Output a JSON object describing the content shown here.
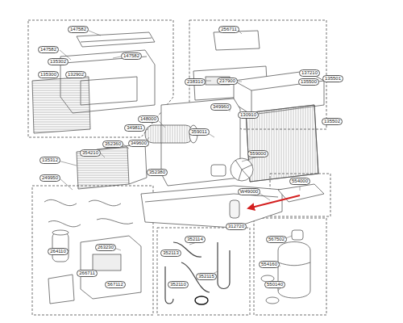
{
  "diagram": {
    "labels": [
      "147582",
      "147582",
      "147582",
      "135302",
      "135300",
      "132902",
      "135312",
      "256711",
      "238310",
      "237900",
      "137210",
      "135500",
      "135501",
      "135502",
      "349960",
      "130910",
      "148000",
      "349811",
      "359011",
      "349600",
      "352360",
      "354210",
      "352380",
      "559000",
      "W49000",
      "554000",
      "312720",
      "249950",
      "264110",
      "263230",
      "266711",
      "567112",
      "352114",
      "352113",
      "352115",
      "352110",
      "567502",
      "554160",
      "550140"
    ]
  }
}
